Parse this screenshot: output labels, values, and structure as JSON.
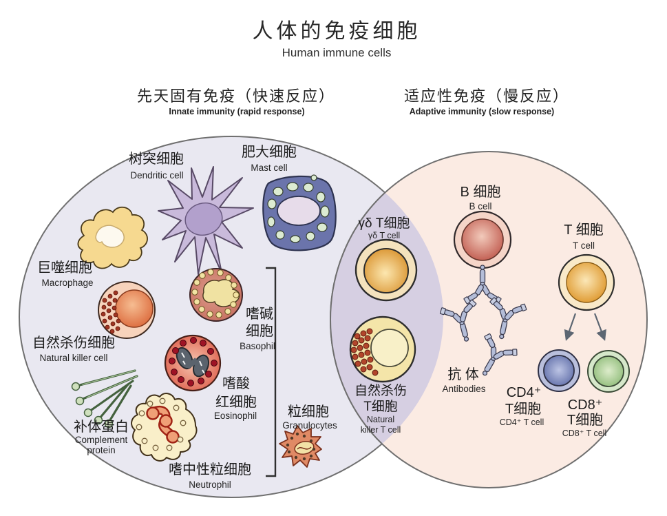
{
  "title": {
    "zh": "人体的免疫细胞",
    "en": "Human immune cells"
  },
  "sections": {
    "innate": {
      "zh": "先天固有免疫（快速反应）",
      "en": "Innate immunity (rapid response)"
    },
    "adaptive": {
      "zh": "适应性免疫（慢反应）",
      "en": "Adaptive immunity (slow response)"
    }
  },
  "cells": {
    "dendritic": {
      "zh": "树突细胞",
      "en": "Dendritic cell"
    },
    "mast": {
      "zh": "肥大细胞",
      "en": "Mast cell"
    },
    "macrophage": {
      "zh": "巨噬细胞",
      "en": "Macrophage"
    },
    "nk": {
      "zh": "自然杀伤细胞",
      "en": "Natural killer cell"
    },
    "complement": {
      "zh": "补体蛋白",
      "en_line1": "Complement",
      "en_line2": "protein"
    },
    "basophil": {
      "zh_line1": "嗜碱",
      "zh_line2": "细胞",
      "en": "Basophil"
    },
    "eosinophil": {
      "zh_line1": "嗜酸",
      "zh_line2": "红细胞",
      "en": "Eosinophil"
    },
    "neutrophil": {
      "zh": "嗜中性粒细胞",
      "en": "Neutrophil"
    },
    "granulocytes": {
      "zh": "粒细胞",
      "en": "Granulocytes"
    },
    "gdt": {
      "zh": "γδ T细胞",
      "en": "γδ T cell"
    },
    "nkt": {
      "zh_line1": "自然杀伤",
      "zh_line2": "T细胞",
      "en_line1": "Natural",
      "en_line2": "killer T cell"
    },
    "bcell": {
      "zh": "B 细胞",
      "en": "B cell"
    },
    "tcell": {
      "zh": "T 细胞",
      "en": "T cell"
    },
    "antibodies": {
      "zh": "抗 体",
      "en": "Antibodies"
    },
    "cd4": {
      "zh_line1": "CD4⁺",
      "zh_line2": "T细胞",
      "en": "CD4⁺ T cell"
    },
    "cd8": {
      "zh_line1": "CD8⁺",
      "zh_line2": "T细胞",
      "en": "CD8⁺ T cell"
    }
  },
  "colors": {
    "innate_fill": "#e9e8f1",
    "adaptive_fill": "#fbebe3",
    "overlap_fill": "#d6cfe2",
    "circle_stroke": "#6f6f6f",
    "dendritic_body": "#c9badb",
    "mast_body": "#6b74ab",
    "macrophage_body": "#f6d990",
    "nk_body": "#f7d3bc",
    "basophil_body": "#cb7667",
    "eosinophil_edge": "#dd5c49",
    "neutrophil_body": "#f9efc9",
    "gdt_inner": "#d8902a",
    "nkt_body": "#f4e5a9",
    "bcell_inner": "#c05a4e",
    "tcell_inner": "#dd9426",
    "cd4_inner": "#5f6da8",
    "cd8_inner": "#8cba76",
    "antibody": "#b4bdd8"
  }
}
